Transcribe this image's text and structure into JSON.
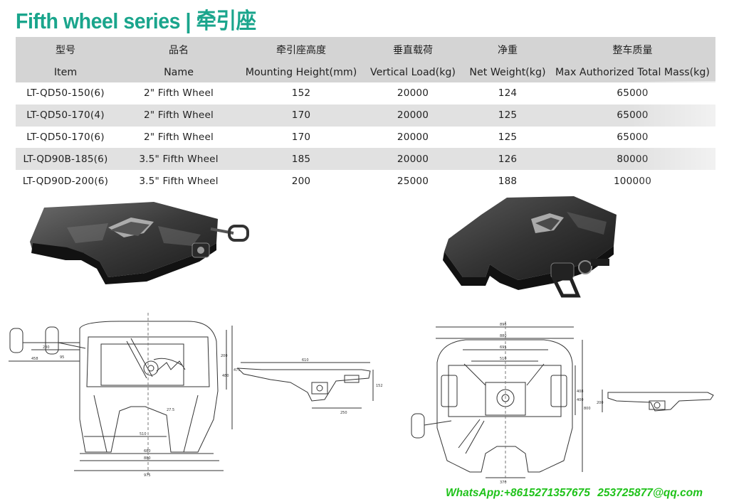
{
  "page": {
    "title": "Fifth wheel series | 牵引座"
  },
  "table": {
    "columns": [
      {
        "zh": "型号",
        "en": "Item"
      },
      {
        "zh": "品名",
        "en": "Name"
      },
      {
        "zh": "牵引座高度",
        "en": "Mounting Height(mm)"
      },
      {
        "zh": "垂直载荷",
        "en": "Vertical Load(kg)"
      },
      {
        "zh": "净重",
        "en": "Net Weight(kg)"
      },
      {
        "zh": "整车质量",
        "en": "Max Authorized Total Mass(kg)"
      }
    ],
    "rows": [
      {
        "item": "LT-QD50-150(6)",
        "name": "2\" Fifth Wheel",
        "height": "152",
        "load": "20000",
        "weight": "124",
        "mass": "65000"
      },
      {
        "item": "LT-QD50-170(4)",
        "name": "2\" Fifth Wheel",
        "height": "170",
        "load": "20000",
        "weight": "125",
        "mass": "65000"
      },
      {
        "item": "LT-QD50-170(6)",
        "name": "2\" Fifth Wheel",
        "height": "170",
        "load": "20000",
        "weight": "125",
        "mass": "65000"
      },
      {
        "item": "LT-QD90B-185(6)",
        "name": "3.5\" Fifth Wheel",
        "height": "185",
        "load": "20000",
        "weight": "126",
        "mass": "80000"
      },
      {
        "item": "LT-QD90D-200(6)",
        "name": "3.5\" Fifth Wheel",
        "height": "200",
        "load": "25000",
        "weight": "188",
        "mass": "100000"
      }
    ]
  },
  "drawings": {
    "left": {
      "top_view_dims": [
        "458",
        "230",
        "95",
        "27.5",
        "510",
        "680",
        "880",
        "975",
        "480",
        "200",
        "475"
      ],
      "side_view_dims": [
        "610",
        "250",
        "152"
      ]
    },
    "right": {
      "top_view_dims": [
        "896",
        "880",
        "695",
        "510",
        "370",
        "800",
        "408"
      ],
      "side_view_dims": [
        "200",
        "400"
      ]
    }
  },
  "watermark": {
    "whatsapp": "WhatsApp:+8615271357675",
    "qq": "253725877@qq.com"
  },
  "colors": {
    "title": "#1aa58c",
    "header_bg": "#d4d4d4",
    "stripe_bg": "#e1e1e1",
    "watermark": "#1fc21a",
    "metal": "#2b2b2b"
  }
}
